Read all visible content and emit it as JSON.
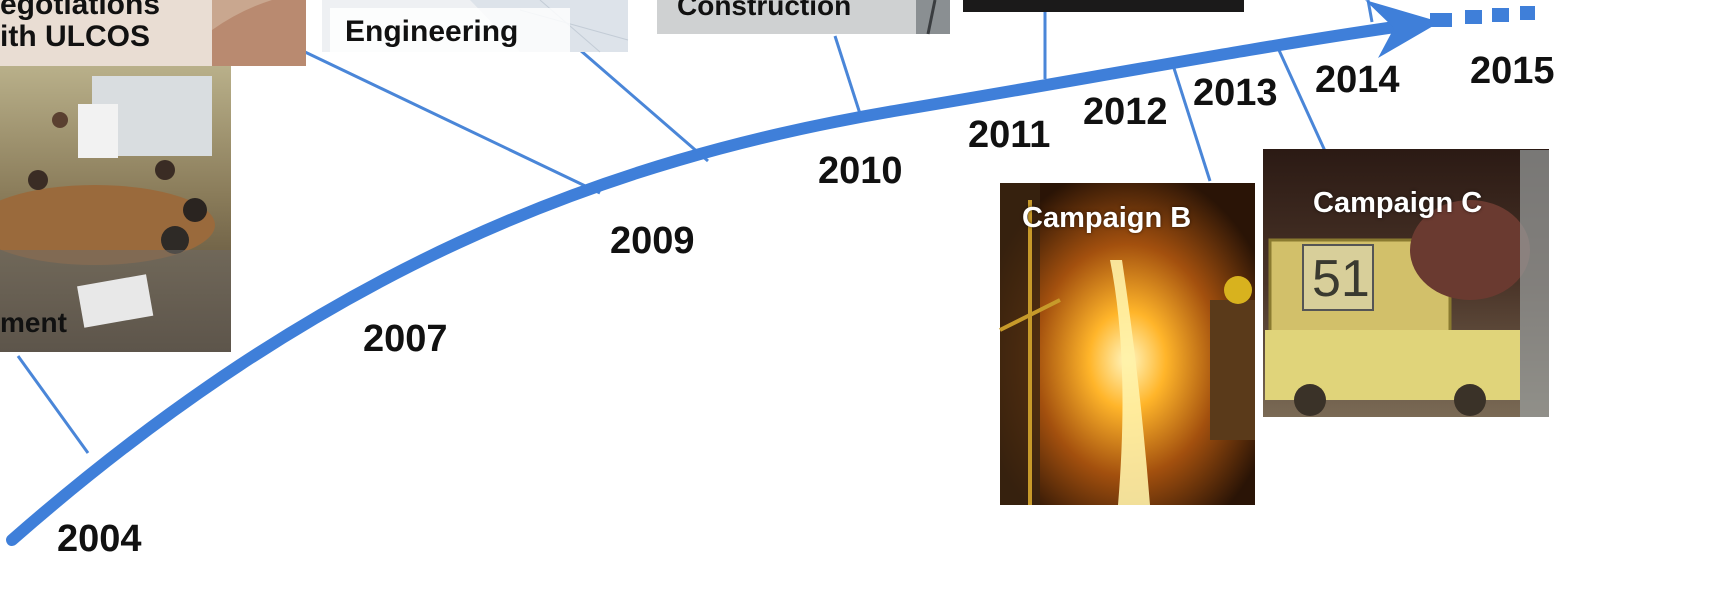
{
  "timeline": {
    "years": [
      "2004",
      "2007",
      "2009",
      "2010",
      "2011",
      "2012",
      "2013",
      "2014",
      "2015"
    ],
    "arrow_color": "#3f7fd9",
    "connector_color": "#4a86d8"
  },
  "milestones": {
    "negotiations": {
      "label_line1": "egotiations",
      "label_line2": "ith ULCOS"
    },
    "assessment": {
      "label": "ment"
    },
    "engineering": {
      "label": "Engineering"
    },
    "construction": {
      "label": "Construction"
    },
    "campaign_b": {
      "label": "Campaign B"
    },
    "campaign_c": {
      "label": "Campaign C",
      "wagon_number": "51"
    }
  }
}
